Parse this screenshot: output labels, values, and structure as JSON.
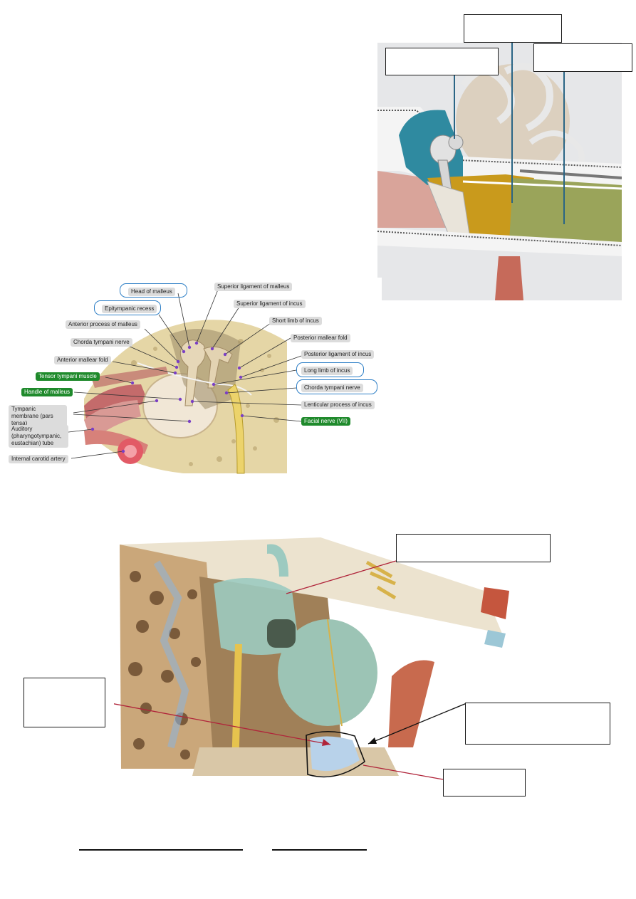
{
  "labels": {
    "head_of_malleus": "Head of malleus",
    "superior_ligament_of_malleus": "Superior ligament of malleus",
    "epitympanic_recess": "Epitympanic recess",
    "superior_ligament_of_incus": "Superior ligament of incus",
    "anterior_process_of_malleus": "Anterior process of malleus",
    "short_limb_of_incus": "Short limb of incus",
    "chorda_tympani_nerve_left": "Chorda tympani nerve",
    "posterior_mallear_fold": "Posterior mallear fold",
    "anterior_mallear_fold": "Anterior mallear fold",
    "posterior_ligament_of_incus": "Posterior ligament of incus",
    "tensor_tympani_muscle": "Tensor tympani muscle",
    "long_limb_of_incus": "Long limb of incus",
    "handle_of_malleus": "Handle of malleus",
    "chorda_tympani_nerve_right": "Chorda tympani nerve",
    "tympanic_membrane": "Tympanic membrane (pars tensa)",
    "lenticular_process_of_incus": "Lenticular process of incus",
    "auditory_tube": "Auditory (pharyngotympanic, eustachian) tube",
    "facial_nerve": "Facial nerve (VII)",
    "internal_carotid_artery": "Internal carotid artery"
  },
  "colors": {
    "epitympanic_teal": "#2f8aa0",
    "mesotympanic_ochre": "#c99a1c",
    "hypotympanic_olive": "#9aa45a",
    "label_green": "#1f8a2c",
    "ring_blue": "#2e7fc6",
    "pointer_red": "#b0243a"
  }
}
